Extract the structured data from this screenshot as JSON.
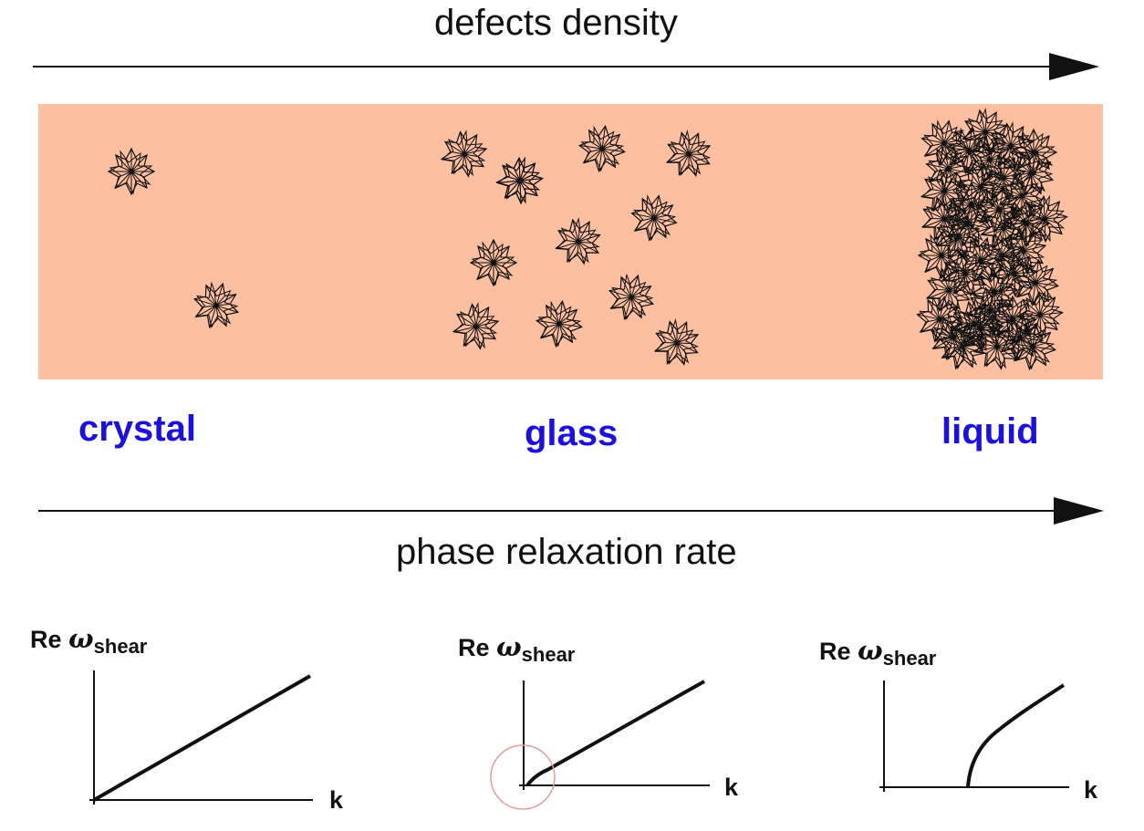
{
  "top_arrow": {
    "label": "defects density"
  },
  "band": {
    "color": "#fcbfa0"
  },
  "phases": [
    {
      "label": "crystal",
      "defect_count": 2
    },
    {
      "label": "glass",
      "defect_count": 12
    },
    {
      "label": "liquid",
      "defect_count": 40
    }
  ],
  "bottom_arrow": {
    "label": "phase relaxation rate"
  },
  "plots": [
    {
      "id": "crystal",
      "ylabel_prefix": "Re",
      "ylabel_symbol": "ω",
      "ylabel_sub": "shear",
      "xlabel": "k",
      "curve": "linear through origin"
    },
    {
      "id": "glass",
      "ylabel_prefix": "Re",
      "ylabel_symbol": "ω",
      "ylabel_sub": "shear",
      "xlabel": "k",
      "curve": "linear with small offset near origin (circled)"
    },
    {
      "id": "liquid",
      "ylabel_prefix": "Re",
      "ylabel_symbol": "ω",
      "ylabel_sub": "shear",
      "xlabel": "k",
      "curve": "starts at finite k gap, then rises"
    }
  ],
  "colors": {
    "phase_label": "#1a10e6",
    "highlight_circle": "#e89a9a",
    "ink": "#111111"
  }
}
